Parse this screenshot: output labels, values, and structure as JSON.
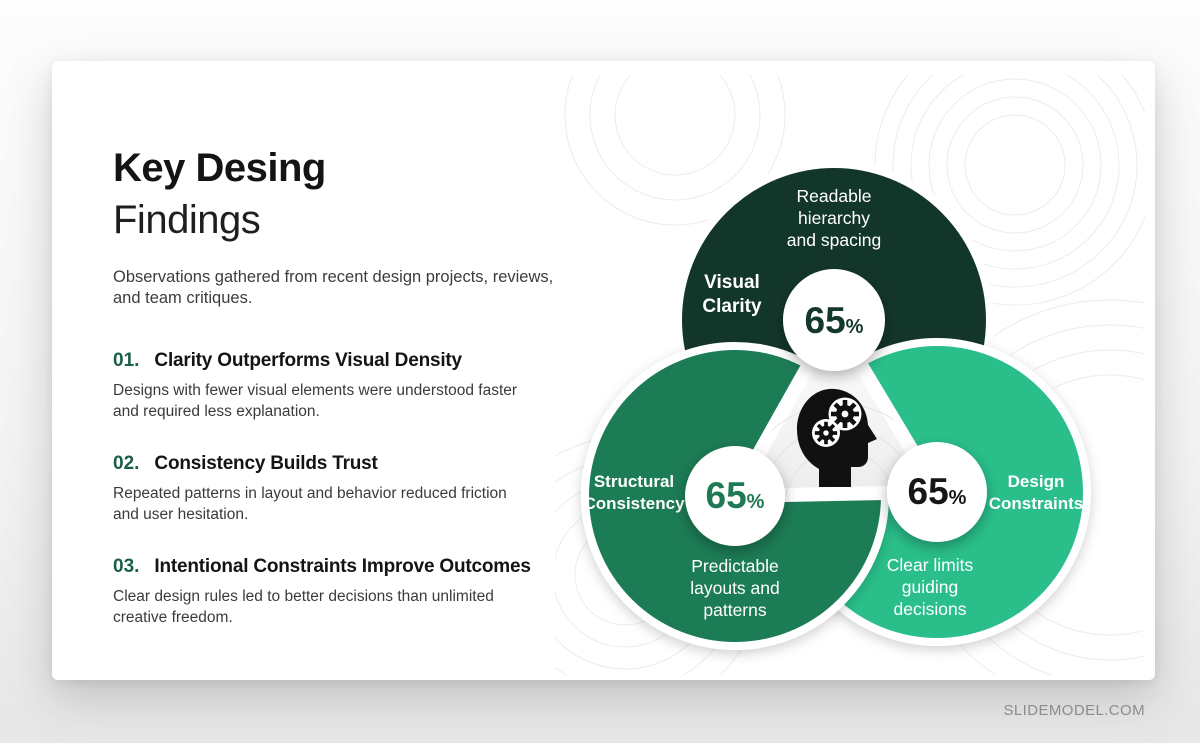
{
  "slide": {
    "title_bold": "Key Desing",
    "title_light": "Findings",
    "subtitle": "Observations gathered from recent design projects, reviews, and team critiques.",
    "findings": [
      {
        "number": "01.",
        "title": "Clarity Outperforms Visual Density",
        "body": "Designs with fewer visual elements were understood faster and required less explanation."
      },
      {
        "number": "02.",
        "title": "Consistency Builds Trust",
        "body": "Repeated patterns in layout and behavior reduced friction and user hesitation."
      },
      {
        "number": "03.",
        "title": "Intentional Constraints Improve Outcomes",
        "body": "Clear design rules led to better decisions than unlimited creative freedom."
      }
    ]
  },
  "diagram": {
    "center_icon": "head-with-gears",
    "circles": [
      {
        "name": "Visual Clarity",
        "name_lines": [
          "Visual",
          "Clarity"
        ],
        "caption_lines": [
          "Readable",
          "hierarchy",
          "and spacing"
        ],
        "value": "65",
        "unit": "%",
        "color": "#13362b",
        "value_color": "#14382c"
      },
      {
        "name": "Structural Consistency",
        "name_lines": [
          "Structural",
          "Consistency"
        ],
        "caption_lines": [
          "Predictable",
          "layouts and",
          "patterns"
        ],
        "value": "65",
        "unit": "%",
        "color": "#1f7b55",
        "value_color": "#1e7a55"
      },
      {
        "name": "Design Constraints",
        "name_lines": [
          "Design",
          "Constraints"
        ],
        "caption_lines": [
          "Clear limits",
          "guiding",
          "decisions"
        ],
        "value": "65",
        "unit": "%",
        "color": "#2cbf8a",
        "value_color": "#161616"
      }
    ]
  },
  "footer": {
    "brand": "SLIDEMODEL.COM"
  }
}
